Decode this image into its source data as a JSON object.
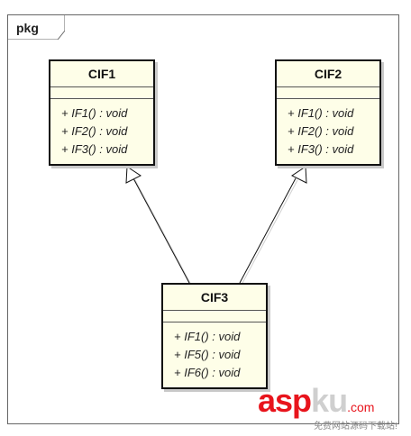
{
  "package": {
    "label": "pkg"
  },
  "classes": [
    {
      "name": "CIF1",
      "operations": [
        "+ IF1() : void",
        "+ IF2() : void",
        "+ IF3() : void"
      ]
    },
    {
      "name": "CIF2",
      "operations": [
        "+ IF1() : void",
        "+ IF2() : void",
        "+ IF3() : void"
      ]
    },
    {
      "name": "CIF3",
      "operations": [
        "+ IF1() : void",
        "+ IF5() : void",
        "+ IF6() : void"
      ]
    }
  ],
  "relations": [
    {
      "type": "realization",
      "from": "CIF3",
      "to": "CIF1"
    },
    {
      "type": "realization",
      "from": "CIF3",
      "to": "CIF2"
    }
  ],
  "watermark": {
    "brand_a": "asp",
    "brand_b": "ku",
    "brand_c": ".com",
    "tagline": "免费网站源码下载站!",
    "colors": {
      "primary": "#e8141c",
      "secondary": "#cfcfcf"
    }
  }
}
